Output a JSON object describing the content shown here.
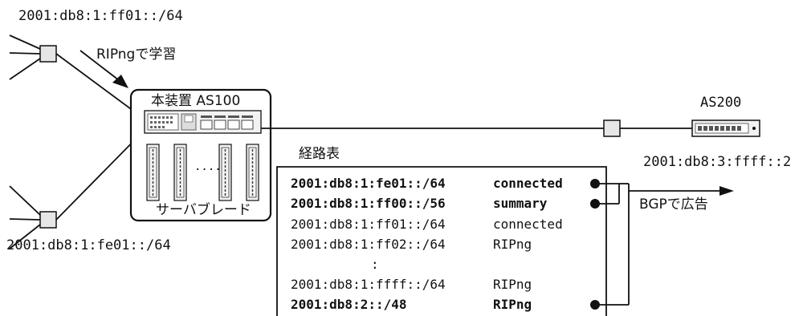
{
  "labels": {
    "prefix_top": "2001:db8:1:ff01::/64",
    "ripng_learn": "RIPngで学習",
    "device_title": "本装置 AS100",
    "server_blade": "サーバブレード",
    "blade_dots": "....",
    "prefix_bottom": "2001:db8:1:fe01::/64",
    "as200": "AS200",
    "as200_addr": "2001:db8:3:ffff::2",
    "route_table_title": "経路表",
    "bgp_advertise": "BGPで広告",
    "vertical_dots": ":"
  },
  "routes": [
    {
      "prefix": "2001:db8:1:fe01::/64",
      "protocol": "connected",
      "bold": true,
      "advertised": true
    },
    {
      "prefix": "2001:db8:1:ff00::/56",
      "protocol": "summary",
      "bold": true,
      "advertised": true
    },
    {
      "prefix": "2001:db8:1:ff01::/64",
      "protocol": "connected",
      "bold": false,
      "advertised": false
    },
    {
      "prefix": "2001:db8:1:ff02::/64",
      "protocol": "RIPng",
      "bold": false,
      "advertised": false
    },
    {
      "prefix": "2001:db8:1:ffff::/64",
      "protocol": "RIPng",
      "bold": false,
      "advertised": false
    },
    {
      "prefix": "2001:db8:2::/48",
      "protocol": "RIPng",
      "bold": true,
      "advertised": true
    }
  ],
  "colors": {
    "line": "#111111",
    "node_fill": "#e6e6e6",
    "device_fill": "#f2f2f2"
  }
}
